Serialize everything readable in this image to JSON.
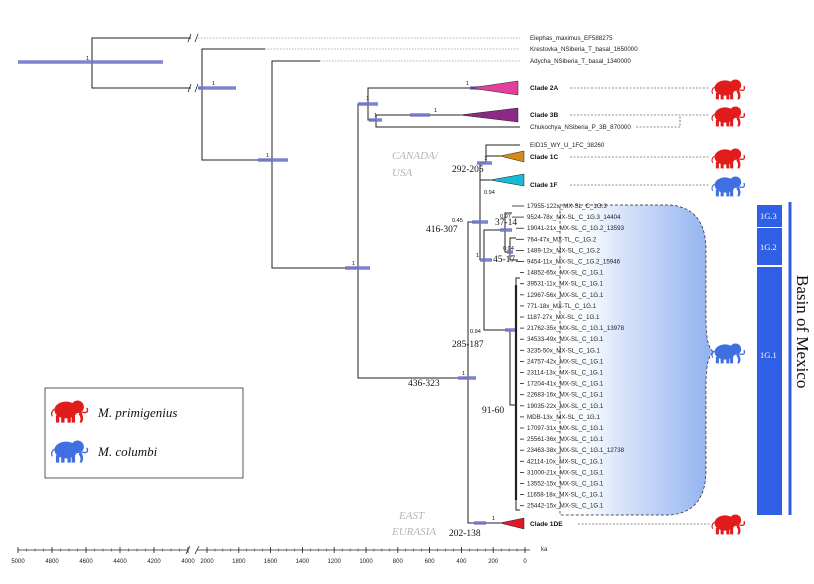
{
  "colors": {
    "branch": "#222222",
    "hpd_bar": "#6f77c8",
    "primigenius": "#e21b1b",
    "columbi": "#3f6fe0",
    "clade_2A": "#e2409a",
    "clade_3B": "#8a2a86",
    "clade_1C": "#d48b1b",
    "clade_1F": "#16b9d6",
    "clade_1DE": "#e0182a",
    "basin_bar": "#2f5fe6",
    "region_label": "#b3b3b3"
  },
  "outgroups": [
    "Elephas_maximus_EF588275",
    "Krestovka_NSiberia_T_basal_1650000",
    "Adycha_NSiberia_T_basal_1340000"
  ],
  "clades": [
    {
      "label": "Clade 2A",
      "color_key": "clade_2A",
      "species": "primigenius"
    },
    {
      "label": "Clade 3B",
      "color_key": "clade_3B",
      "species": "primigenius"
    },
    {
      "label": "Clade 1C",
      "color_key": "clade_1C",
      "species": "primigenius"
    },
    {
      "label": "Clade 1F",
      "color_key": "clade_1F",
      "species": "columbi"
    },
    {
      "label": "Clade 1DE",
      "color_key": "clade_1DE",
      "species": "primigenius"
    }
  ],
  "extra_tips": [
    "Chukochya_NSiberia_P_3B_870000",
    "EID15_WY_U_1FC_38260"
  ],
  "mexico_tips": [
    "17955-122x_MX-SL_C_1G.3",
    "9524-78x_MX-SL_C_1G.3_14404",
    "19041-21x_MX-SL_C_1G.2_13593",
    "764-47x_MX-TL_C_1G.2",
    "1489-12x_MX-SL_C_1G.2",
    "9454-11x_MX-SL_C_1G.2_15946",
    "14852-65x_MX-SL_C_1G.1",
    "39531-11x_MX-SL_C_1G.1",
    "12967-56x_MX-SL_C_1G.1",
    "771-18x_MX-TL_C_1G.1",
    "1187-27x_MX-SL_C_1G.1",
    "21762-35x_MX-SL_C_1G.1_13978",
    "34533-49x_MX-SL_C_1G.1",
    "3235-50x_MX-SL_C_1G.1",
    "24757-42x_MX-SL_C_1G.1",
    "23114-13x_MX-SL_C_1G.1",
    "17204-41x_MX-SL_C_1G.1",
    "22683-16x_MX-SL_C_1G.1",
    "19035-22x_MX-SL_C_1G.1",
    "MDB-13x_MX-SL_C_1G.1",
    "17097-31x_MX-SL_C_1G.1",
    "25561-36x_MX-SL_C_1G.1",
    "23463-38x_MX-SL_C_1G.1_12738",
    "42114-10x_MX-SL_C_1G.1",
    "31000-21x_MX-SL_C_1G.1",
    "13552-15x_MX-SL_C_1G.1",
    "11658-18x_MX-SL_C_1G.1",
    "25442-15x_MX-SL_C_1G.1"
  ],
  "support_values": [
    "1",
    "1",
    "1",
    "1",
    "1",
    "1",
    "1",
    "1",
    "1",
    "1",
    "0.94",
    "0.45",
    "0.97",
    "0.94",
    "0.94",
    "1",
    "1"
  ],
  "node_ages": [
    "292-205",
    "416-307",
    "37-14",
    "45-17",
    "285-187",
    "91-60",
    "436-323",
    "202-138"
  ],
  "regions": {
    "north": [
      "CANADA/",
      "USA"
    ],
    "east": [
      "EAST",
      "EURASIA"
    ]
  },
  "legend": [
    {
      "label": "M. primigenius",
      "species": "primigenius"
    },
    {
      "label": "M. columbi",
      "species": "columbi"
    }
  ],
  "side_panel": {
    "title": "Basin of Mexico",
    "groups": [
      "1G.3",
      "1G.2",
      "1G.1"
    ]
  },
  "axis": {
    "unit": "ka",
    "ticks_left": [
      "5000",
      "4800",
      "4600",
      "4400",
      "4200",
      "4000"
    ],
    "ticks_right": [
      "2000",
      "1800",
      "1600",
      "1400",
      "1200",
      "1000",
      "800",
      "600",
      "400",
      "200",
      "0"
    ]
  }
}
